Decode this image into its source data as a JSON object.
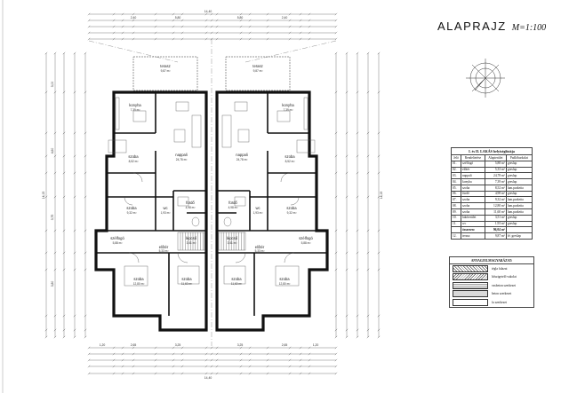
{
  "header": {
    "title": "ALAPRAJZ",
    "scale": "M=1:100"
  },
  "rooms": {
    "terrace_l": {
      "name": "terasz",
      "area": "9,87 m²"
    },
    "terrace_r": {
      "name": "terasz",
      "area": "9,87 m²"
    },
    "kitchen_l": {
      "name": "konyha",
      "area": "7,39 m²"
    },
    "kitchen_r": {
      "name": "konyha",
      "area": "7,39 m²"
    },
    "living_l": {
      "name": "nappali",
      "area": "24,78 m²"
    },
    "living_r": {
      "name": "nappali",
      "area": "24,78 m²"
    },
    "bed1_l": {
      "name": "szoba",
      "area": "8,52 m²"
    },
    "bed1_r": {
      "name": "szoba",
      "area": "8,52 m²"
    },
    "bed2_l": {
      "name": "szoba",
      "area": "9,32 m²"
    },
    "bed2_r": {
      "name": "szoba",
      "area": "9,32 m²"
    },
    "wc_l": {
      "name": "wc",
      "area": "1,93 m²"
    },
    "wc_r": {
      "name": "wc",
      "area": "1,93 m²"
    },
    "bath_l": {
      "name": "fürdő",
      "area": "4,98 m²"
    },
    "bath_r": {
      "name": "fürdő",
      "area": "4,98 m²"
    },
    "stair_l": {
      "name": "lépcső",
      "area": "3,51 m²"
    },
    "stair_r": {
      "name": "lépcső",
      "area": "3,51 m²"
    },
    "hall_l": {
      "name": "előtér",
      "area": "5,33 m²"
    },
    "hall_r": {
      "name": "előtér",
      "area": "5,33 m²"
    },
    "corridor_l": {
      "name": "szélfogó",
      "area": "5,88 m²"
    },
    "corridor_r": {
      "name": "szélfogó",
      "area": "5,88 m²"
    },
    "bed3_l": {
      "name": "szoba",
      "area": "12,80 m²"
    },
    "bed3_r": {
      "name": "szoba",
      "area": "12,80 m²"
    },
    "bed4_l": {
      "name": "szoba",
      "area": "11,60 m²"
    },
    "bed4_r": {
      "name": "szoba",
      "area": "11,60 m²"
    }
  },
  "dimensions": {
    "top_overall": "14,40",
    "top_row": [
      "2,40",
      "5,80",
      "5,80",
      "2,40"
    ],
    "bottom_overall": "14,40",
    "bottom_row": [
      "1,20",
      "2,65",
      "3,25",
      "3,25",
      "2,65",
      "1,20"
    ],
    "left_overall": "14,15",
    "right_overall": "14,15",
    "side_row": [
      "3,00",
      "4,60",
      "3,75",
      "3,80"
    ]
  },
  "room_table": {
    "caption": "I. és II. LAKÁS helyiséglistája",
    "headers": [
      "Jelö",
      "Rendeltetése",
      "Alapterület",
      "Padlóburkolat"
    ],
    "rows": [
      [
        "01.",
        "szélfogó",
        "5,88 m²",
        "greslap"
      ],
      [
        "02.",
        "előtér",
        "5,33 m²",
        "greslap"
      ],
      [
        "03.",
        "nappali",
        "24,78 m²",
        "greslap"
      ],
      [
        "04.",
        "konyha",
        "7,39 m²",
        "greslap"
      ],
      [
        "05.",
        "szoba",
        "8,52 m²",
        "lam.parketta"
      ],
      [
        "06.",
        "fürdő",
        "4,98 m²",
        "greslap"
      ],
      [
        "07.",
        "szoba",
        "9,32 m²",
        "lam.parketta"
      ],
      [
        "08.",
        "szoba",
        "12,80 m²",
        "lam.parketta"
      ],
      [
        "09.",
        "szoba",
        "11,60 m²",
        "lam.parketta"
      ],
      [
        "10.",
        "lakóterület",
        "3,51 m²",
        "greslap"
      ],
      [
        "11.",
        "wc",
        "1,93 m²",
        "greslap"
      ]
    ],
    "total": [
      "",
      "összesen:",
      "96,04 m²",
      ""
    ],
    "extra": [
      "12.",
      "terasz",
      "9,87 m²",
      "fé. greslap"
    ]
  },
  "legend": {
    "title": "ANYAGJELMAGYARÁZAT:",
    "items": [
      {
        "swatch": "sw-a",
        "label": "tégla falazat"
      },
      {
        "swatch": "sw-b",
        "label": "hőszigetelő vakolat"
      },
      {
        "swatch": "sw-c",
        "label": "vasbeton szerkezet"
      },
      {
        "swatch": "sw-d",
        "label": "beton szerkezet"
      },
      {
        "swatch": "sw-e",
        "label": "fa szerkezet"
      }
    ]
  }
}
